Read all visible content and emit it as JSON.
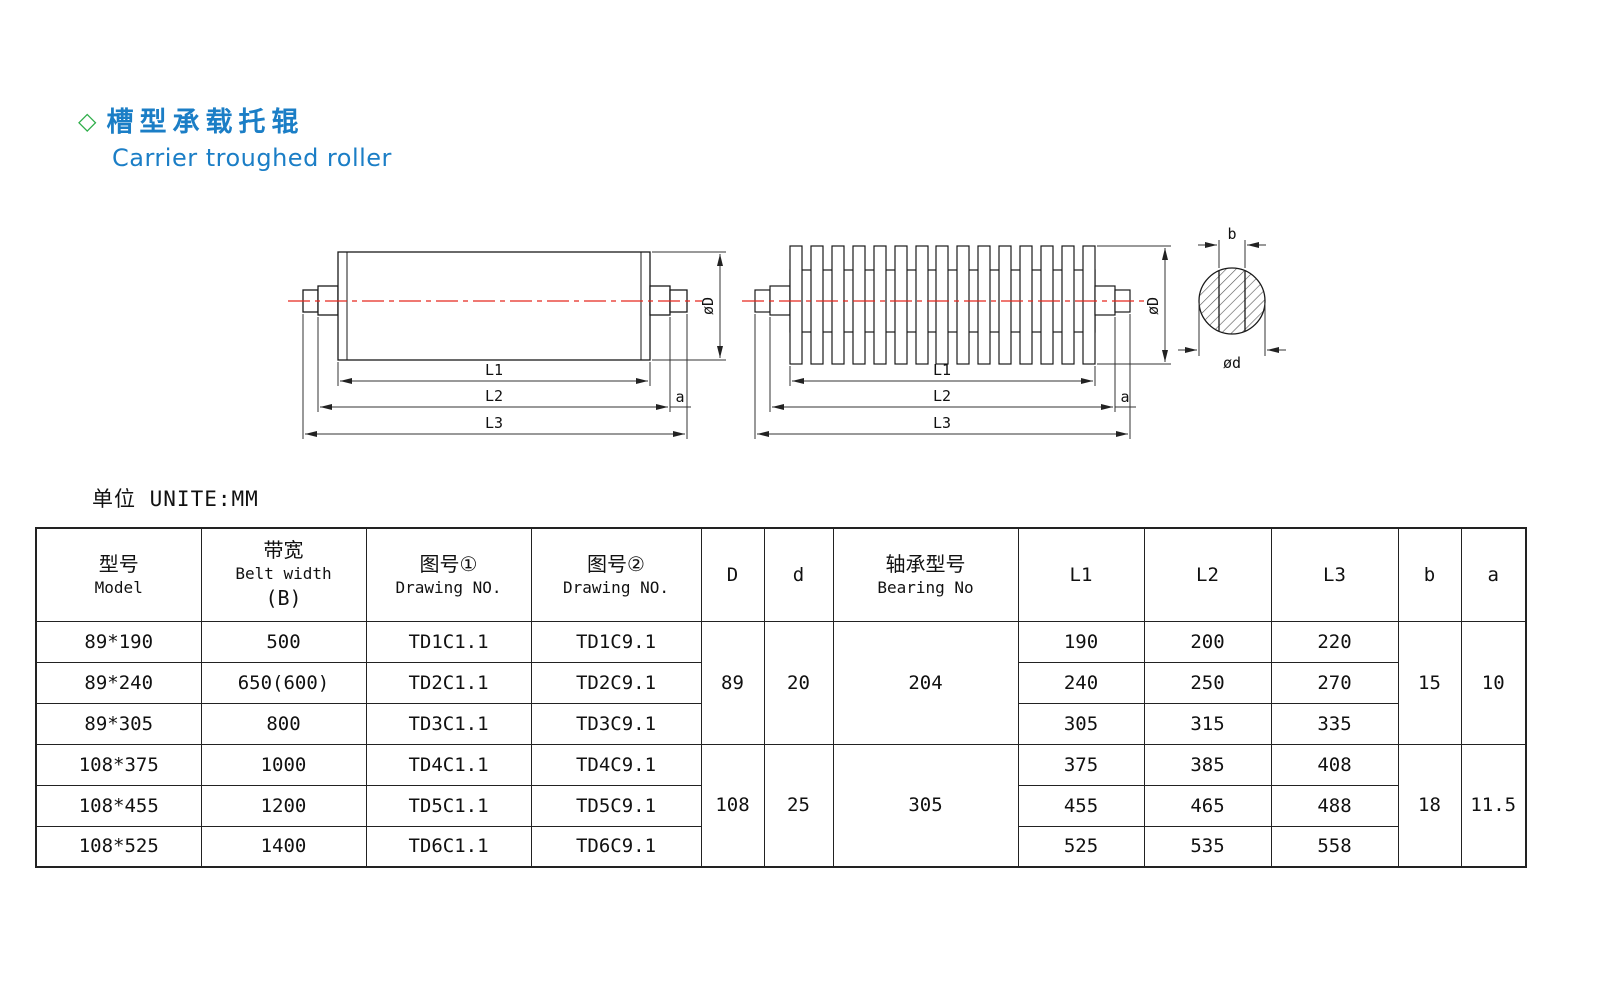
{
  "page": {
    "title_zh": "槽型承载托辊",
    "title_en": "Carrier troughed roller",
    "unit_label": "单位 UNITE:MM"
  },
  "colors": {
    "title_blue": "#1b7ec6",
    "bullet_green": "#2fae4a",
    "centerline_red": "#e5281e",
    "line_color": "#1a1a1a"
  },
  "drawing": {
    "dim_l1": "L1",
    "dim_l2": "L2",
    "dim_l3": "L3",
    "dim_a": "a",
    "dim_diameter_outer": "øD",
    "dim_b": "b",
    "dim_diameter_shaft": "ød"
  },
  "table": {
    "headers": {
      "model_zh": "型号",
      "model_en": "Model",
      "belt_zh": "带宽",
      "belt_en": "Belt width",
      "belt_sub": "(B)",
      "drawing1_zh": "图号①",
      "drawing1_en": "Drawing NO.",
      "drawing2_zh": "图号②",
      "drawing2_en": "Drawing NO.",
      "col_D": "D",
      "col_d": "d",
      "bearing_zh": "轴承型号",
      "bearing_en": "Bearing No",
      "col_L1": "L1",
      "col_L2": "L2",
      "col_L3": "L3",
      "col_b": "b",
      "col_a": "a"
    },
    "groups": [
      {
        "D": "89",
        "d": "20",
        "bearing": "204",
        "b": "15",
        "a": "10"
      },
      {
        "D": "108",
        "d": "25",
        "bearing": "305",
        "b": "18",
        "a": "11.5"
      }
    ],
    "rows": [
      {
        "model": "89*190",
        "belt": "500",
        "dwg1": "TD1C1.1",
        "dwg2": "TD1C9.1",
        "L1": "190",
        "L2": "200",
        "L3": "220"
      },
      {
        "model": "89*240",
        "belt": "650(600)",
        "dwg1": "TD2C1.1",
        "dwg2": "TD2C9.1",
        "L1": "240",
        "L2": "250",
        "L3": "270"
      },
      {
        "model": "89*305",
        "belt": "800",
        "dwg1": "TD3C1.1",
        "dwg2": "TD3C9.1",
        "L1": "305",
        "L2": "315",
        "L3": "335"
      },
      {
        "model": "108*375",
        "belt": "1000",
        "dwg1": "TD4C1.1",
        "dwg2": "TD4C9.1",
        "L1": "375",
        "L2": "385",
        "L3": "408"
      },
      {
        "model": "108*455",
        "belt": "1200",
        "dwg1": "TD5C1.1",
        "dwg2": "TD5C9.1",
        "L1": "455",
        "L2": "465",
        "L3": "488"
      },
      {
        "model": "108*525",
        "belt": "1400",
        "dwg1": "TD6C1.1",
        "dwg2": "TD6C9.1",
        "L1": "525",
        "L2": "535",
        "L3": "558"
      }
    ]
  }
}
